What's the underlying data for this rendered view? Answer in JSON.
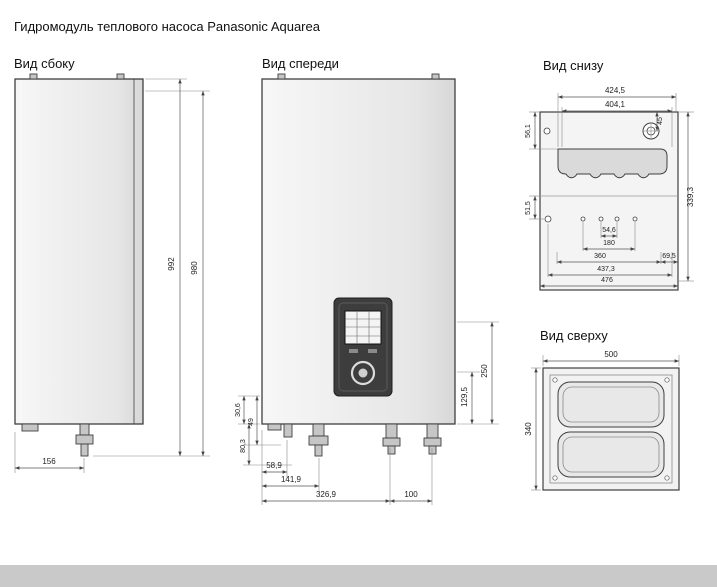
{
  "title": "Гидромодуль теплового насоса Panasonic Aquarea",
  "views": {
    "side": {
      "label": "Вид сбоку",
      "dims": {
        "total_height": "992",
        "body_height": "980",
        "base_depth": "156"
      }
    },
    "front": {
      "label": "Вид спереди",
      "dims": {
        "lower_section": "250",
        "pipe_section": "129,5",
        "h_small": "30,6",
        "h_mid": "49",
        "h_large": "80,3",
        "w_drain": "58,9",
        "w_pipe1": "141,9",
        "w_pipe2": "326,9",
        "w_pipe3": "100"
      }
    },
    "bottom": {
      "label": "Вид снизу",
      "dims": {
        "width_outer": "424,5",
        "width_inner": "404,1",
        "hole_offset": "45",
        "top_offset": "56,1",
        "depth": "339,3",
        "mid_offset": "51,5",
        "s1": "54,6",
        "s2": "180",
        "s3": "360",
        "s4": "69,5",
        "s5": "437,3",
        "s6": "476"
      }
    },
    "top": {
      "label": "Вид сверху",
      "dims": {
        "width": "500",
        "depth": "340"
      }
    }
  }
}
